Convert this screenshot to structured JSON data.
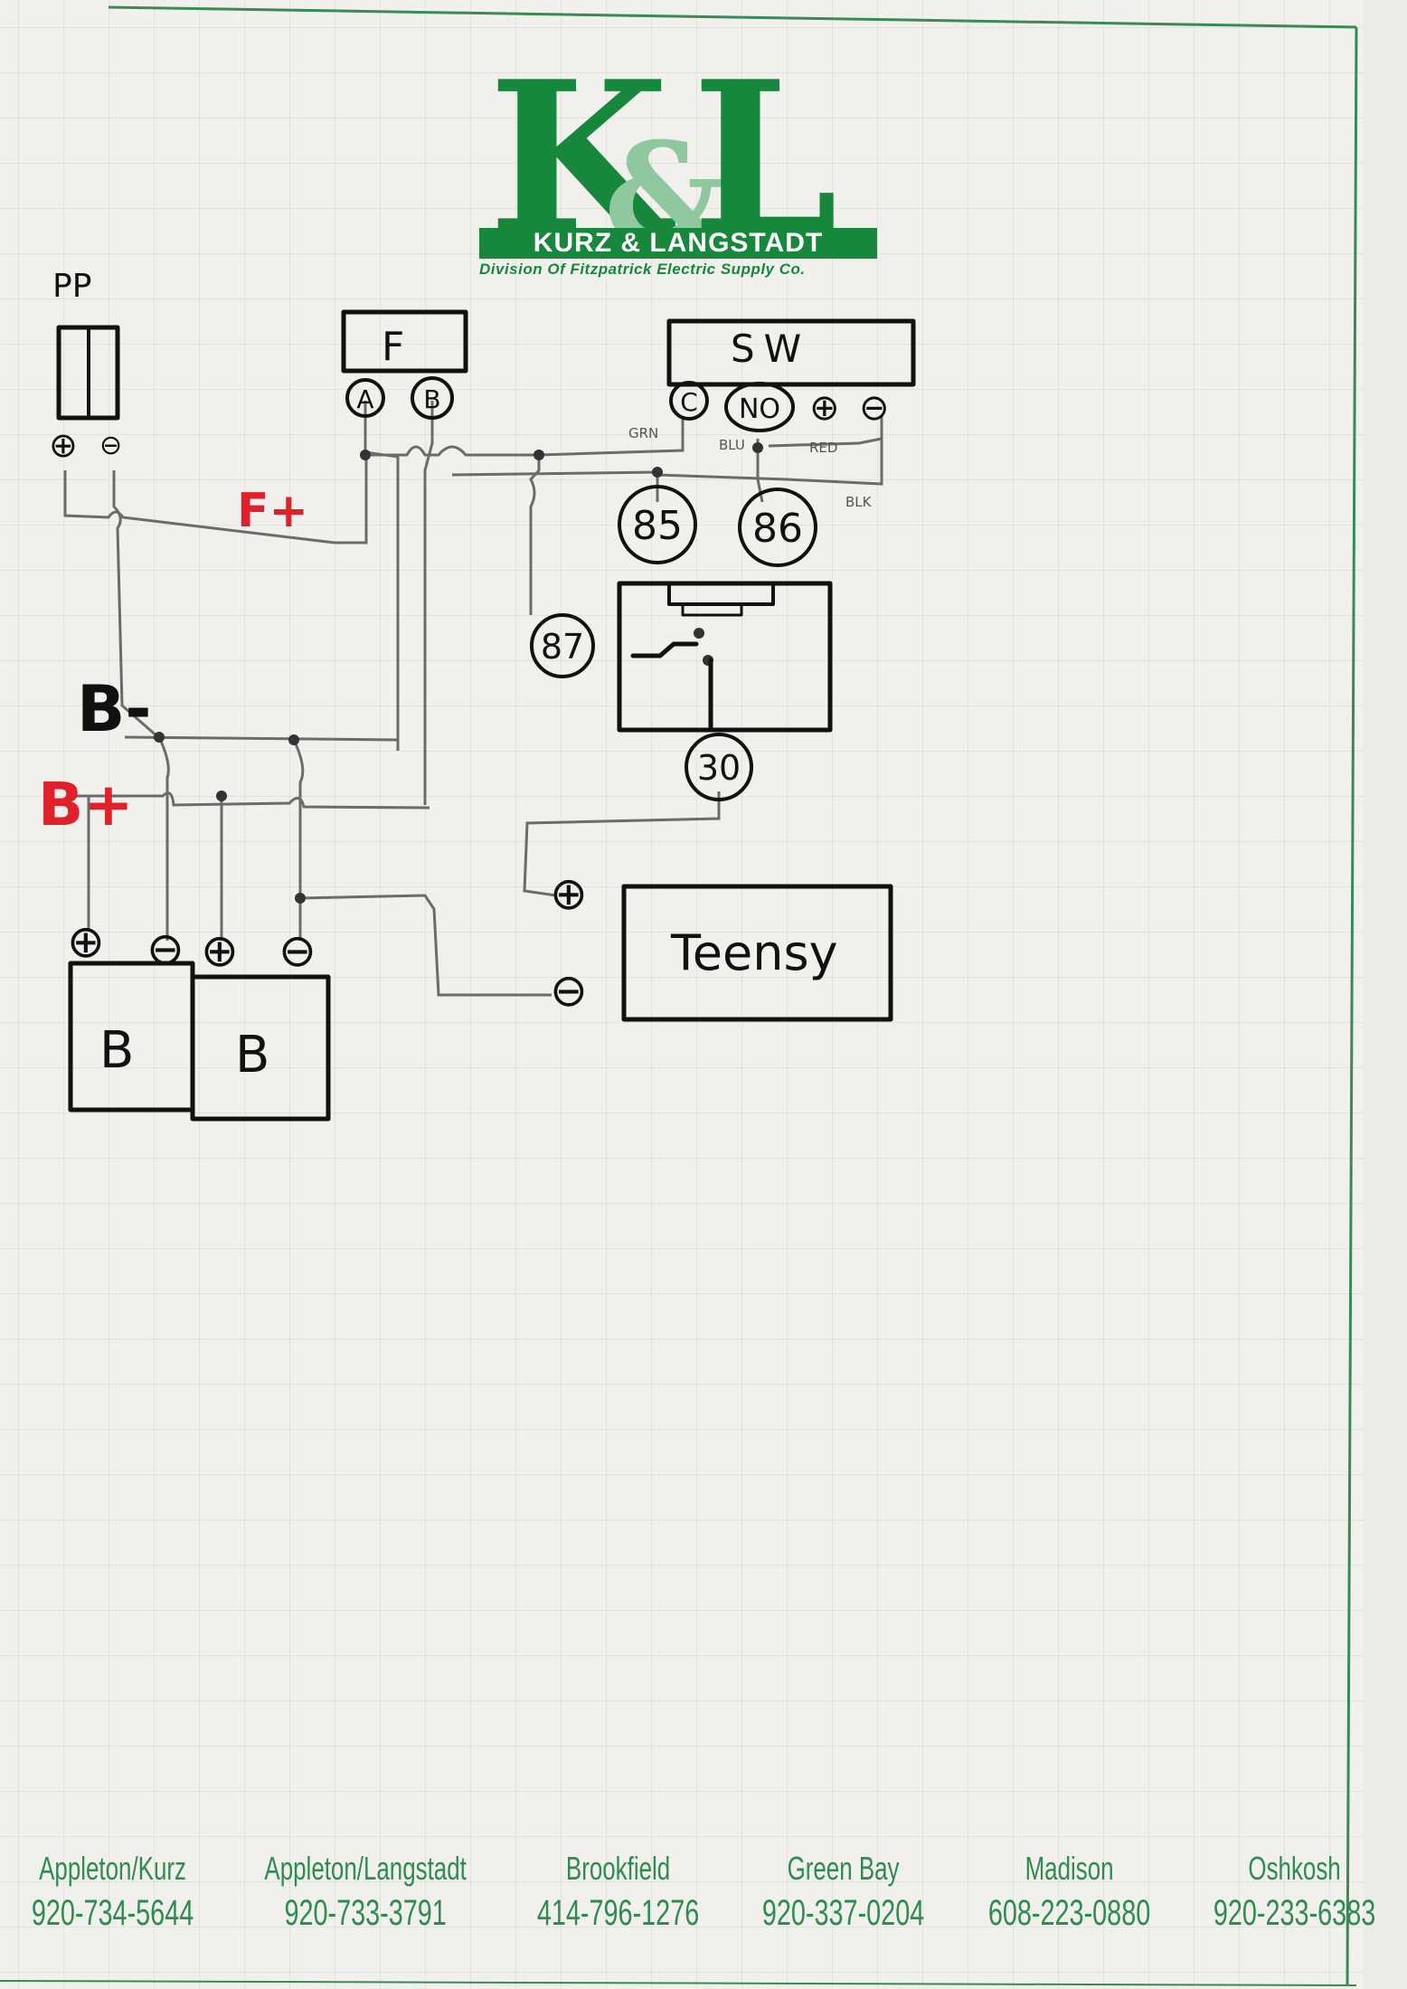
{
  "logo": {
    "letters_left": "K",
    "letters_amp": "&",
    "letters_right": "L",
    "company": "KURZ & LANGSTADT",
    "division": "Division Of Fitzpatrick Electric Supply Co.",
    "brand_color": "#17873c"
  },
  "diagram": {
    "pp_label": "PP",
    "pp_plus": "⊕",
    "pp_minus": "⊖",
    "f_label": "F",
    "f_terminal_a": "A",
    "f_terminal_b": "B",
    "sw_label": "SW",
    "sw_terminal_c": "C",
    "sw_terminal_no": "NO",
    "sw_plus": "⊕",
    "sw_minus": "⊖",
    "wire_grn": "GRN",
    "wire_blu": "BLU",
    "wire_red": "RED",
    "wire_blk": "BLK",
    "relay_85": "85",
    "relay_86": "86",
    "relay_87": "87",
    "relay_30": "30",
    "f_plus_label": "F+",
    "b_minus_label": "B-",
    "b_plus_label": "B+",
    "battery_1": "B",
    "battery_2": "B",
    "bat_plus": "⊕",
    "bat_minus": "⊖",
    "teensy_label": "Teensy",
    "teensy_plus": "⊕",
    "teensy_minus": "⊖",
    "red_ink_color": "#e0202a"
  },
  "footer": {
    "branches": [
      {
        "name": "Appleton/Kurz",
        "phone": "920-734-5644"
      },
      {
        "name": "Appleton/Langstadt",
        "phone": "920-733-3791"
      },
      {
        "name": "Brookfield",
        "phone": "414-796-1276"
      },
      {
        "name": "Green Bay",
        "phone": "920-337-0204"
      },
      {
        "name": "Madison",
        "phone": "608-223-0880"
      },
      {
        "name": "Oshkosh",
        "phone": "920-233-6383"
      }
    ],
    "text_color": "#2e8c4e"
  }
}
